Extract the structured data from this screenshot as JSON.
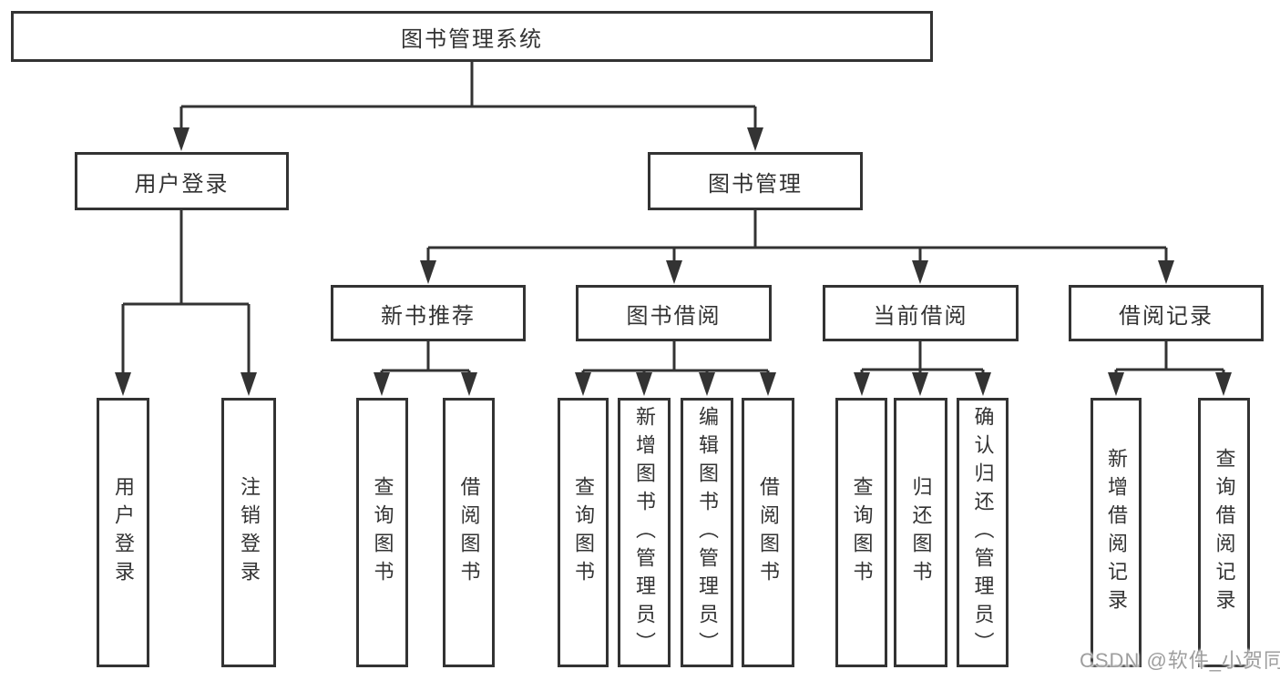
{
  "tree": {
    "root": {
      "label": "图书管理系统",
      "children": [
        {
          "label": "用户登录",
          "children": [
            {
              "label": "用户登录"
            },
            {
              "label": "注销登录"
            }
          ]
        },
        {
          "label": "图书管理",
          "children": [
            {
              "label": "新书推荐",
              "children": [
                {
                  "label": "查询图书"
                },
                {
                  "label": "借阅图书"
                }
              ]
            },
            {
              "label": "图书借阅",
              "children": [
                {
                  "label": "查询图书"
                },
                {
                  "label": "新增图书（管理员）"
                },
                {
                  "label": "编辑图书（管理员）"
                },
                {
                  "label": "借阅图书"
                }
              ]
            },
            {
              "label": "当前借阅",
              "children": [
                {
                  "label": "查询图书"
                },
                {
                  "label": "归还图书"
                },
                {
                  "label": "确认归还（管理员）"
                }
              ]
            },
            {
              "label": "借阅记录",
              "children": [
                {
                  "label": "新增借阅记录"
                },
                {
                  "label": "查询借阅记录"
                }
              ]
            }
          ]
        }
      ]
    }
  },
  "watermark": {
    "text": "CSDN @软件_小贺同学"
  },
  "colors": {
    "line": "#333333",
    "text": "#333333",
    "box_background": "#ffffff",
    "watermark": "#9e9e9e"
  }
}
